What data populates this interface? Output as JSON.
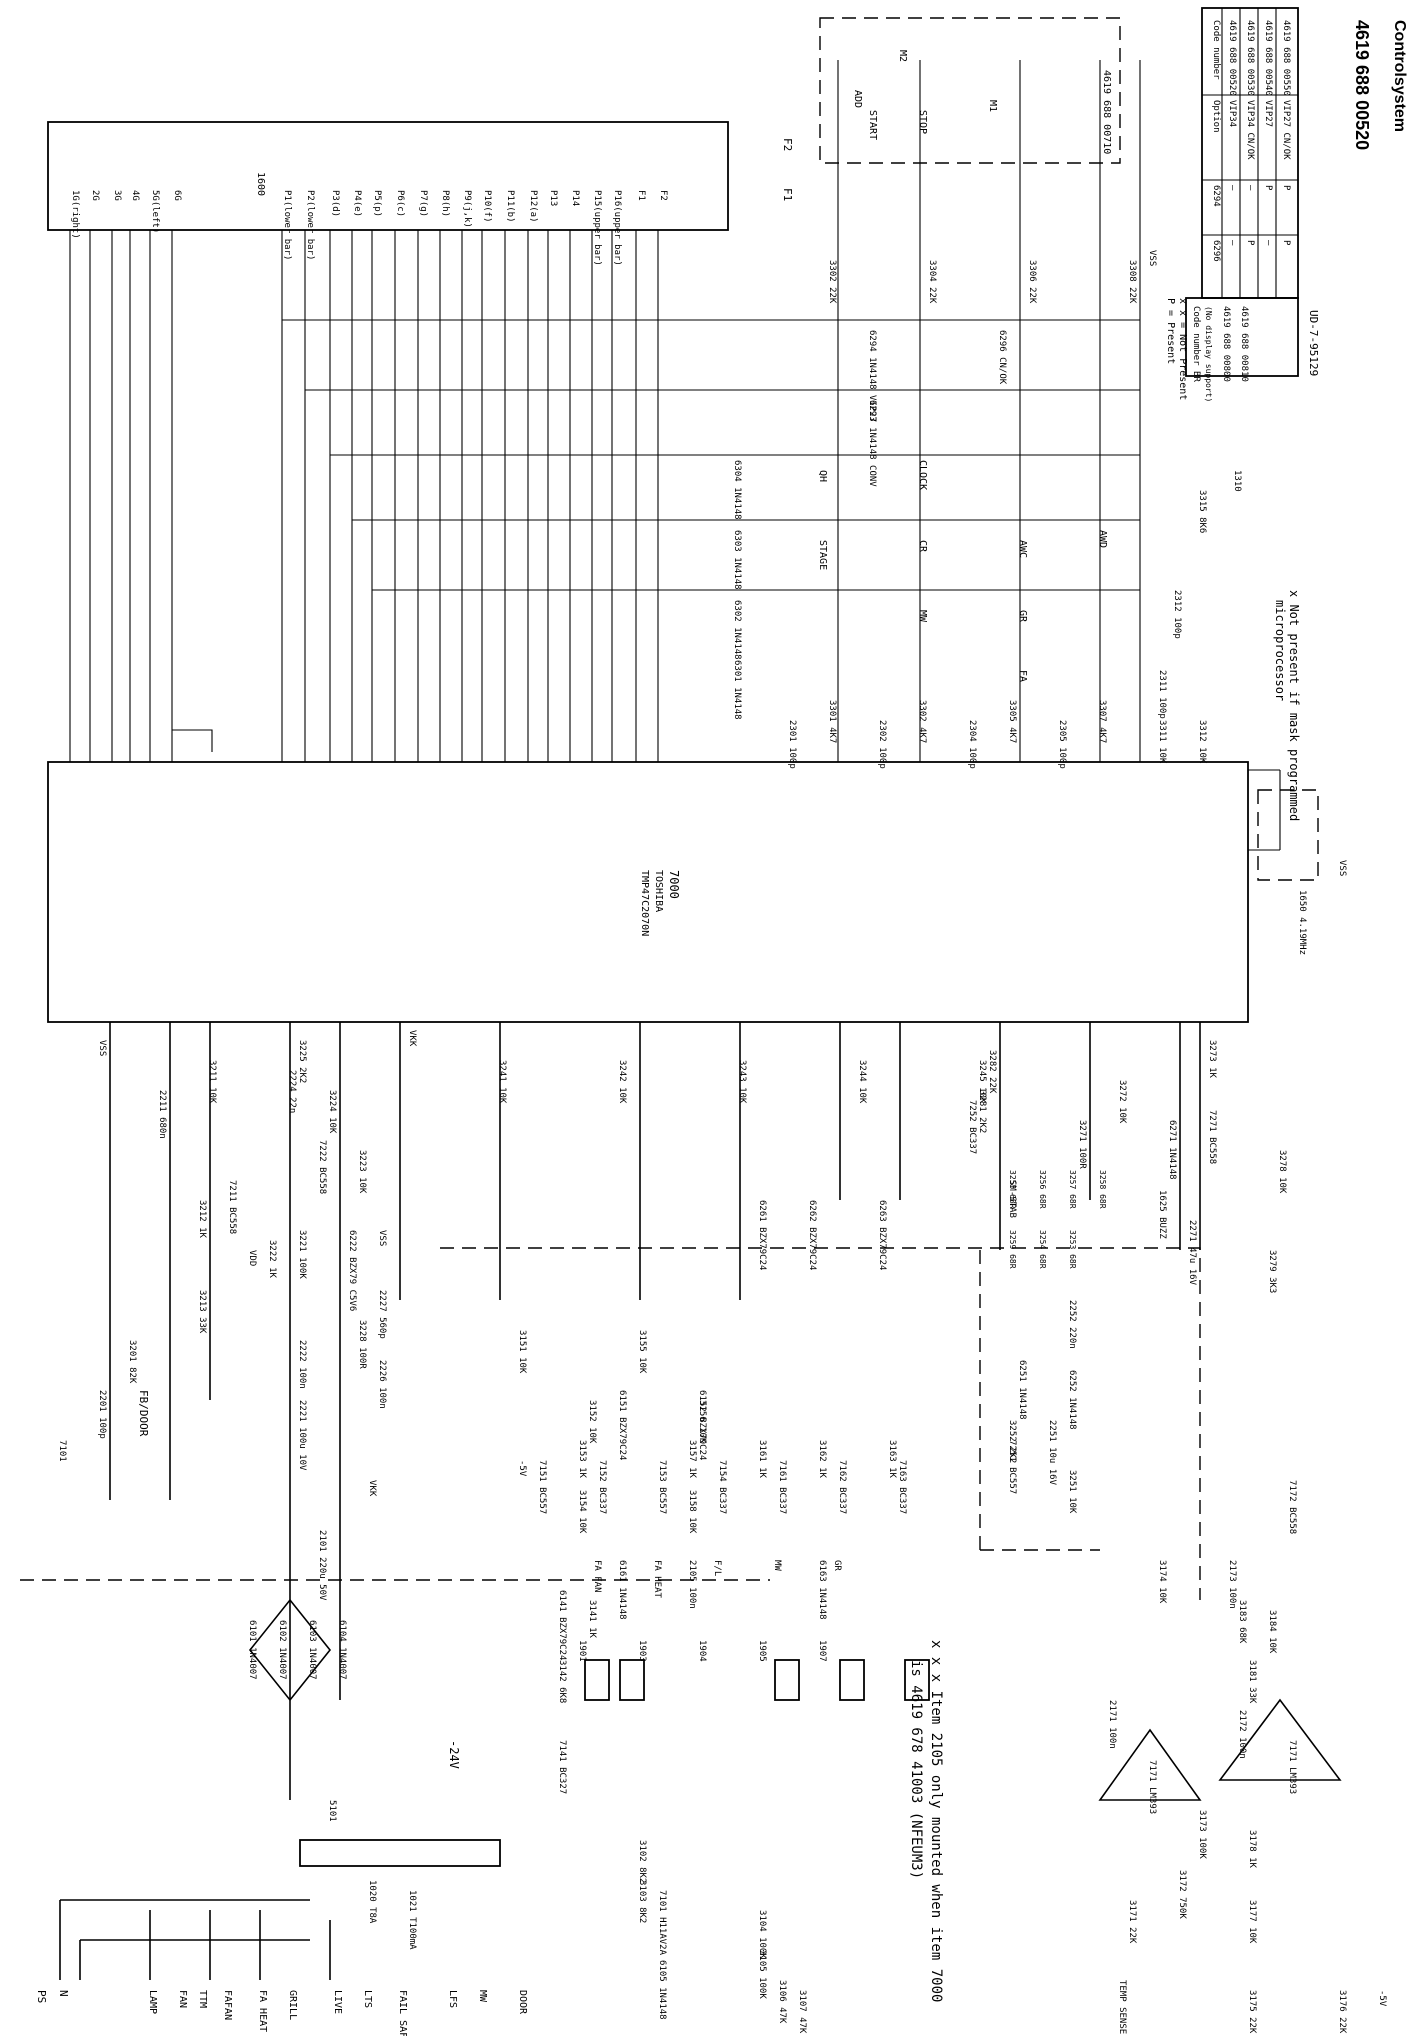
{
  "drawing": {
    "title_number": "4619 688 00520",
    "title_name": "Controlsystem",
    "drawing_id": "UD-7-95129"
  },
  "notes": {
    "item_note_line1": "x x x Item 2105 only mounted when item 7000",
    "item_note_line2": "is 4619 678 41003 (NFEUM3)",
    "mask_note_line1": "x Not present if mask programmed",
    "mask_note_line2": "microprocessor",
    "legend_present": "P = Present",
    "legend_not_present": "x x = Not Present"
  },
  "option_table": {
    "headers": [
      "Code number",
      "Option",
      "6294",
      "6296"
    ],
    "rows": [
      [
        "4619 688 00520",
        "VIP34",
        "—",
        "—"
      ],
      [
        "4619 688 00530",
        "VIP34 CN/OK",
        "—",
        "P"
      ],
      [
        "4619 688 00540",
        "VIP27",
        "P",
        "—"
      ],
      [
        "4619 688 00550",
        "VIP27 CN/OK",
        "P",
        "P"
      ]
    ]
  },
  "br_table": {
    "headers": [
      "Code number BR",
      "(No display support)"
    ],
    "rows": [
      "4619 688 00800",
      "4619 688 00810"
    ]
  },
  "main_ic": {
    "ref": "7000",
    "part": "TOSHIBA",
    "part_number": "TMP47C2070N"
  },
  "connector_1600": {
    "ref": "1600",
    "pins": [
      "1G(right)",
      "2G",
      "3G",
      "4G",
      "5G(left)",
      "6G",
      "P1(lower bar)",
      "P2(lower bar)",
      "P3(d)",
      "P4(e)",
      "P5(p)",
      "P6(c)",
      "P7(g)",
      "P8(h)",
      "P9(j,k)",
      "P10(f)",
      "P11(b)",
      "P12(a)",
      "P13",
      "P14",
      "P15(upper bar)",
      "P16(upper bar)",
      "F1",
      "F2"
    ]
  },
  "keyboard_board": {
    "ref": "4619 688 00710",
    "switches": [
      "ADD",
      "M2",
      "START",
      "STOP",
      "M1"
    ]
  },
  "keys": [
    "QH",
    "CLOCK",
    "STAGE",
    "CR",
    "AWC",
    "AWD",
    "MW",
    "GR",
    "FA"
  ],
  "diodes": [
    "6301 1N4148",
    "6302 1N4148",
    "6303 1N4148",
    "6304 1N4148",
    "6293 1N4148 CONV",
    "6294 1N4148 VIP27",
    "6296 CN/OK"
  ],
  "connectors_left": [
    "LAMP",
    "FAN",
    "TTM",
    "FAFAN",
    "FA HEAT",
    "GRILL",
    "LIVE",
    "LTS",
    "FAIL SAFE",
    "LFS",
    "MW",
    "DOOR"
  ],
  "components": {
    "transformer": "5101",
    "fuse_1": "1020 T8A",
    "fuse_2": "1021 T100mA",
    "triac": "7101",
    "bridge": [
      "6101 1N4007",
      "6102 1N4007",
      "6103 1N4007",
      "6104 1N4007"
    ],
    "cap_2101": "2101 220u 50V",
    "zener_6141": "6141 BZX79C24",
    "res_3141": "3141 1K",
    "res_3142": "3142 6K8",
    "transistor_7141": "7141 BC327",
    "minus24": "-24V",
    "opto_7101": "7101 H11AV2A",
    "diode_6105": "6105 1N4148",
    "res_3102": "3102 8K2",
    "res_3103": "3103 8K2",
    "res_3104": "3104 100K",
    "res_3105": "3105 100K",
    "res_3106": "3106 47K",
    "res_3107": "3107 47K",
    "transistor_7211": "7211 BC558",
    "cap_2211": "2211 680n",
    "res_3211": "3211 10K",
    "res_3212": "3212 1K",
    "res_3213": "3213 33K",
    "res_3201": "3201 82K",
    "cap_2201": "2201 100p",
    "res_3221": "3221 100K",
    "transistor_7222": "7222 BC558",
    "cap_2224": "2224 22n",
    "zener_6222": "6222 BZX79 C5V6",
    "res_3228": "3228 100R",
    "cap_2222": "2222 100n",
    "cap_2221": "2221 100u 10V",
    "cap_2226": "2226 100n",
    "cap_2227": "2227 560p",
    "res_3225": "3225 2K2",
    "res_3224": "3224 10K",
    "res_3223": "3223 10K",
    "res_3222": "3222 1K",
    "relay_drivers": [
      "7151 BC557",
      "7152 BC337",
      "7153 BC557",
      "7154 BC337",
      "7161 BC337",
      "7162 BC337",
      "7163 BC337"
    ],
    "relays": [
      "1901",
      "1903",
      "1904",
      "1905",
      "1907"
    ],
    "relay_labels": [
      "FA FAN",
      "FA HEAT",
      "F/L",
      "MW",
      "GR"
    ],
    "diode_6161": "6161 1N4148",
    "diode_6163": "6163 1N4148",
    "cap_2105": "2105 100n",
    "zener_6151": "6151 BZX79C24",
    "zener_6152": "6152 BZX79C24",
    "zener_6261": "6261 BZX79C24",
    "zener_6262": "6262 BZX79C24",
    "zener_6263": "6263 BZX79C24",
    "transistor_7252": "7252 BC337",
    "transistor_7251": "7251 BC557",
    "transistor_7271": "7271 BC558",
    "buzzer": "1625 BUZZ",
    "diode_6271": "6271 1N4148",
    "cap_2271": "2271 47u 16V",
    "res_3278": "3278 10K",
    "res_3279": "3279 3K3",
    "stab_label": "SM-STAB",
    "res_array": [
      "3255 68R",
      "3256 68R",
      "3257 68R",
      "3258 68R",
      "3259 68R",
      "3254 68R",
      "3253 68R"
    ],
    "cap_2252": "2252 220n",
    "diode_6252": "6252 1N4148",
    "diode_6251": "6251 1N4148",
    "cap_2251": "2251 10u 16V",
    "res_3252": "3252 2K2",
    "res_3251": "3251 10K",
    "opamp_7171": "7171 LM393",
    "opamp_7171b": "7171 LM393",
    "transistor_7172": "7172 BC558",
    "res_3174": "3174 10K",
    "res_3183": "3183 68K",
    "cap_2173": "2173 100n",
    "res_3181": "3181 33K",
    "res_3184": "3184 10K",
    "cap_2171": "2171 100n",
    "cap_2172": "2172 100n",
    "res_3173": "3173 100K",
    "res_3172": "3172 750K",
    "res_3171": "3171 22K",
    "res_3177": "3177 10K",
    "res_3178": "3178 1K",
    "res_3175": "3175 22K",
    "res_3176": "3176 22K",
    "temp_sense": "TEMP SENSE",
    "crystal": "1650 4.19MHz",
    "sw_1310": "1310",
    "res_3315": "3315 8K6",
    "cap_2311": "2311 100p",
    "cap_2312": "2312 100p",
    "res_3311": "3311 10K",
    "res_3312": "3312 10K",
    "keyscan_caps": [
      "2301 100p",
      "2302 100p",
      "2304 100p",
      "2305 100p"
    ],
    "keyscan_res": [
      "3301 4K7",
      "3302 4K7",
      "3305 4K7",
      "3307 4K7"
    ],
    "pullups": [
      "3302 22K",
      "3304 22K",
      "3306 22K",
      "3308 22K"
    ],
    "flyback_res": [
      "3241 10K",
      "3242 10K",
      "3243 10K",
      "3244 10K",
      "3245 10K"
    ],
    "res_3272": "3272 10K",
    "res_3271": "3271 100R",
    "res_3273": "3273 1K",
    "res_3282": "3282 22K",
    "res_3281": "3281 2K2",
    "res_3151": "3151 10K",
    "res_3155": "3155 10K",
    "res_3152": "3152 10K",
    "res_3156": "3156 10K",
    "res_3153": "3153 1K",
    "res_3157": "3157 1K",
    "res_3154": "3154 10K",
    "res_3158": "3158 10K",
    "res_3161": "3161 1K",
    "res_3162": "3162 1K",
    "res_3163": "3163 1K"
  },
  "rails": {
    "vss": "VSS",
    "vdd": "VDD",
    "vkk": "VKK",
    "minus5": "-5V",
    "f1": "F1",
    "f2": "F2",
    "fb_door": "FB/DOOR",
    "ps": "PS",
    "n": "N"
  }
}
